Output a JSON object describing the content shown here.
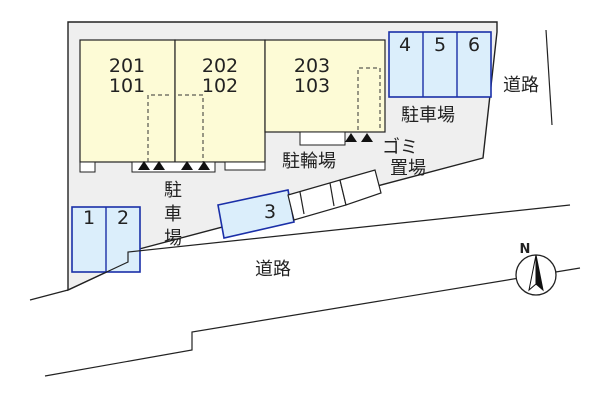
{
  "buildings": [
    {
      "id": "A",
      "units": [
        "201",
        "101"
      ]
    },
    {
      "id": "B",
      "units": [
        "202",
        "102"
      ]
    },
    {
      "id": "C",
      "units": [
        "203",
        "103"
      ]
    }
  ],
  "parking": {
    "left_label": [
      "駐",
      "車",
      "場"
    ],
    "right_label": "駐車場",
    "spaces_left": [
      "1",
      "2"
    ],
    "spaces_right": [
      "4",
      "5",
      "6"
    ],
    "space_3": "3"
  },
  "bicycle_parking_label": "駐輪場",
  "garbage_label": [
    "ゴミ",
    "置場"
  ],
  "roads": {
    "bottom": "道路",
    "right": "道路"
  },
  "compass_letter": "N",
  "colors": {
    "site_gray": "#efefef",
    "building_yellow": "#fdfbd6",
    "parking_blue": "#dbeefb",
    "parking_border": "#1a2fa8",
    "line": "#222222"
  }
}
